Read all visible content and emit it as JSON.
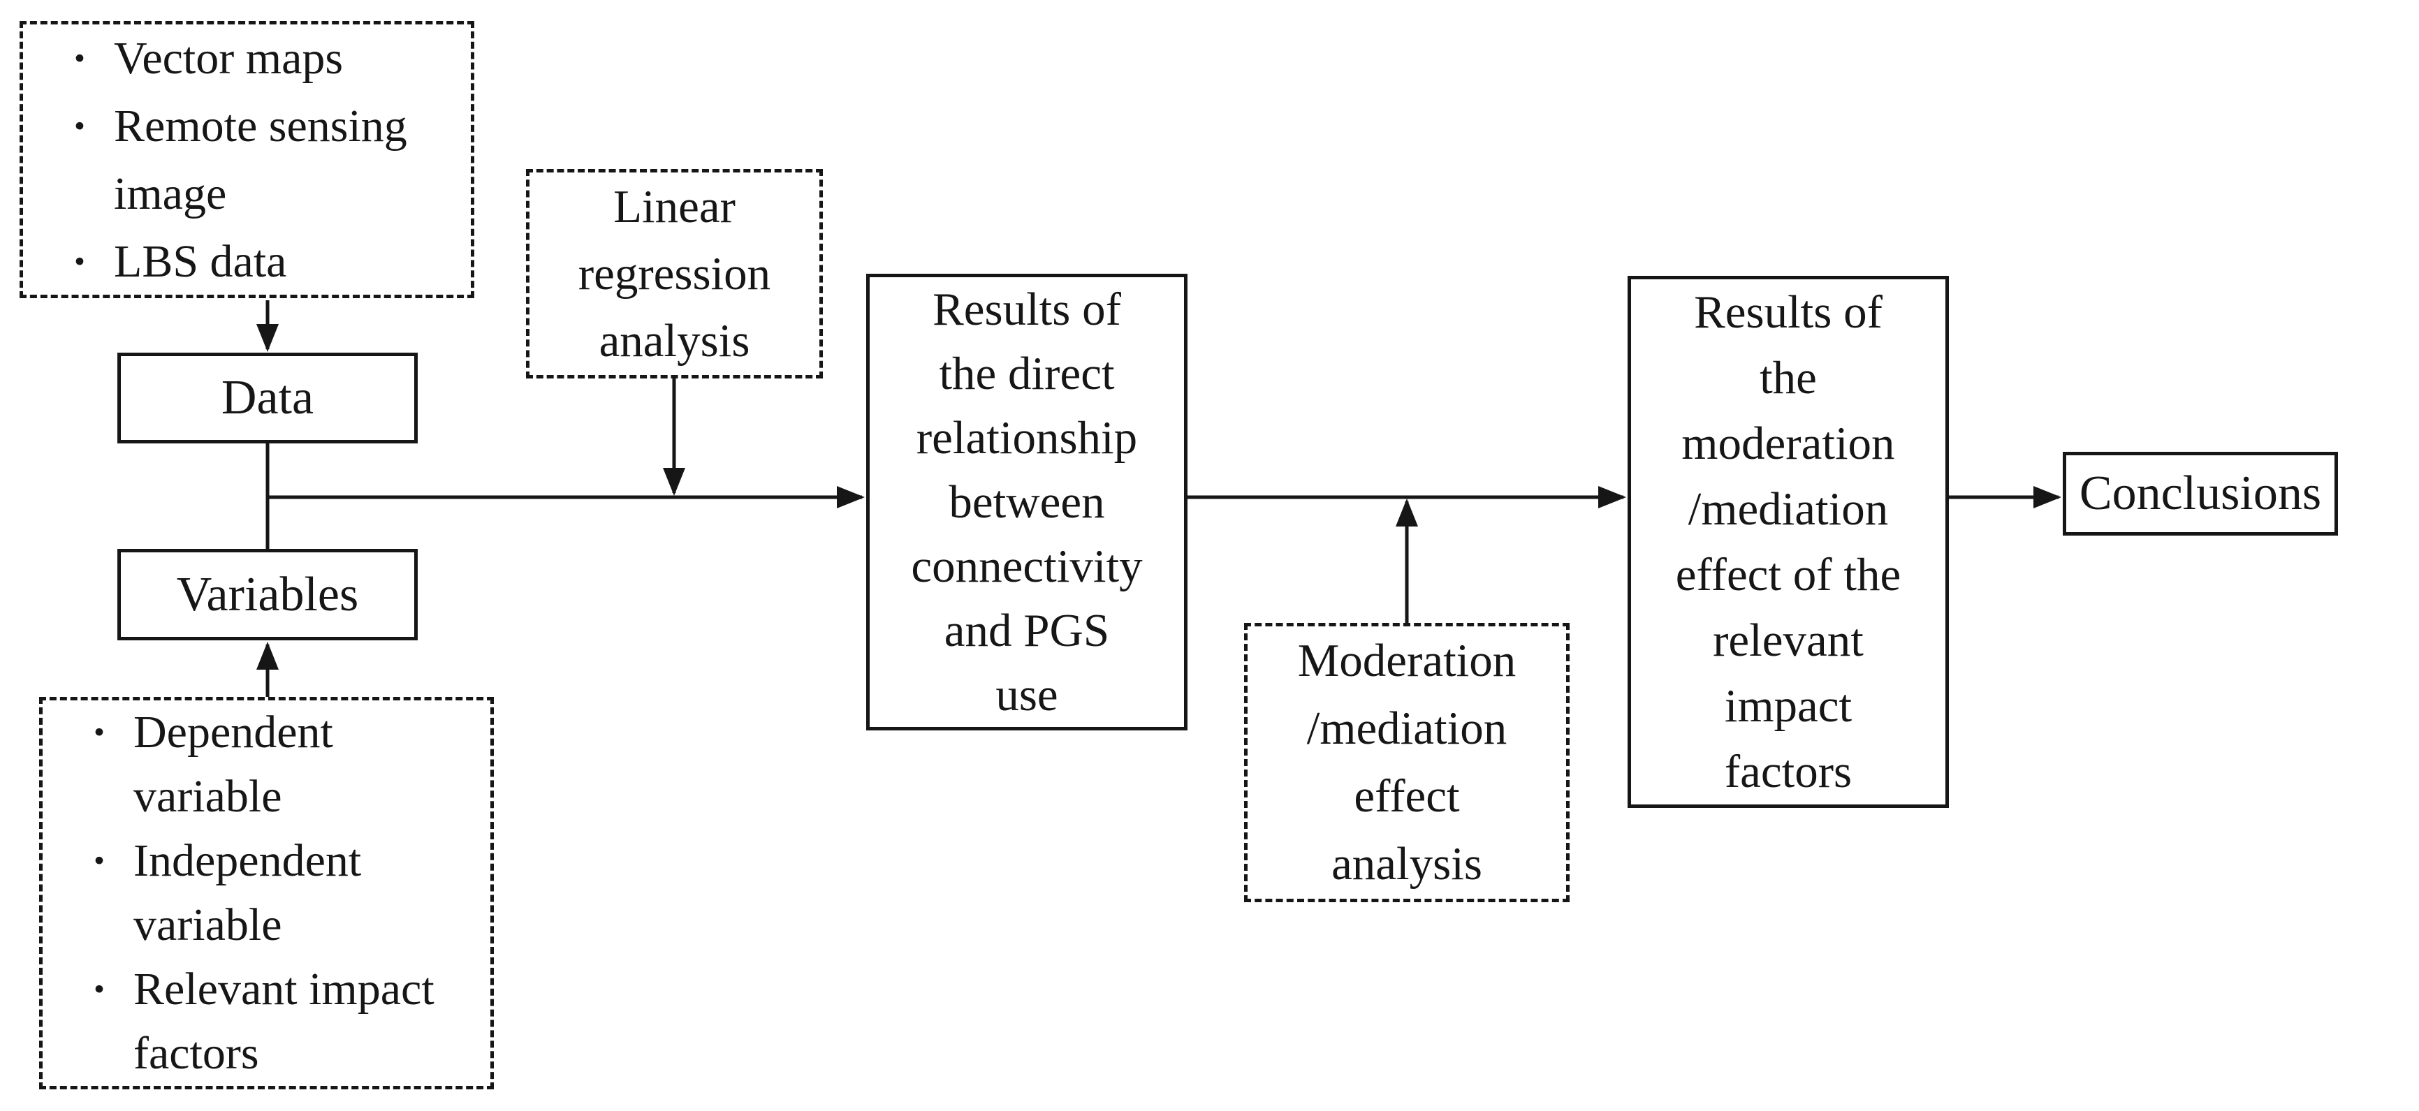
{
  "diagram": {
    "type": "flowchart",
    "colors": {
      "ink": "#161616",
      "background": "#ffffff"
    },
    "nodes": {
      "data_sources": {
        "items": [
          "Vector maps",
          "Remote sensing image",
          "LBS data"
        ]
      },
      "data_box": {
        "label": "Data"
      },
      "variables_box": {
        "label": "Variables"
      },
      "variable_sources": {
        "items": [
          "Dependent variable",
          "Independent variable",
          "Relevant impact factors"
        ]
      },
      "linear_regression": {
        "label": "Linear\nregression\nanalysis"
      },
      "direct_results": {
        "label": "Results of\nthe direct\nrelationship\nbetween\nconnectivity\nand PGS\nuse"
      },
      "moderation_analysis": {
        "label": "Moderation\n/mediation\neffect\nanalysis"
      },
      "moderation_results": {
        "label": "Results of\nthe\nmoderation\n/mediation\neffect of the\nrelevant\nimpact\nfactors"
      },
      "conclusions": {
        "label": "Conclusions"
      }
    }
  }
}
